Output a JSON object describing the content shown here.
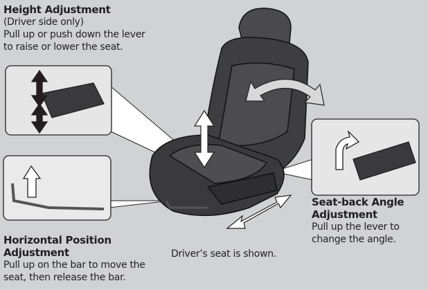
{
  "height": {
    "title": "Height Adjustment",
    "note": "(Driver side only)",
    "line1": "Pull up or push down the lever",
    "line2": "to raise or lower the seat."
  },
  "horizontal": {
    "title1": "Horizontal Position",
    "title2": "Adjustment",
    "line1": "Pull up on the bar to move the",
    "line2": "seat, then release the bar."
  },
  "seatback": {
    "title1": "Seat-back Angle",
    "title2": "Adjustment",
    "line1": "Pull up the lever to",
    "line2": "change the angle."
  },
  "caption": "Driver’s seat is shown."
}
